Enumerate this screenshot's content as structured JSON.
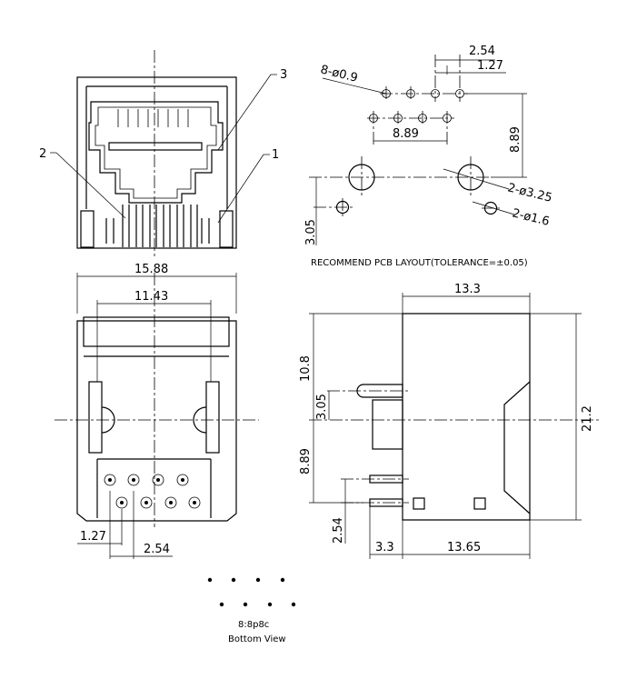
{
  "callouts": {
    "c1": "1",
    "c2": "2",
    "c3": "3"
  },
  "pcb": {
    "hole_spec": "8-ø0.9",
    "pitch": "2.54",
    "half_pitch": "1.27",
    "row_width": "8.89",
    "vert": "8.89",
    "offset": "3.05",
    "mount_spec": "2-ø3.25",
    "peg_spec": "2-ø1.6",
    "caption": "RECOMMEND PCB LAYOUT(TOLERANCE=±0.05)"
  },
  "bottom": {
    "width": "15.88",
    "pin_span": "11.43",
    "half_pitch": "1.27",
    "pitch": "2.54"
  },
  "side": {
    "depth": "13.3",
    "height": "21.2",
    "upper": "10.8",
    "peg": "3.05",
    "lower": "8.89",
    "row_gap": "2.54",
    "foot": "3.3",
    "body": "13.65"
  },
  "legend": {
    "code": "8:8p8c",
    "view": "Bottom View"
  }
}
